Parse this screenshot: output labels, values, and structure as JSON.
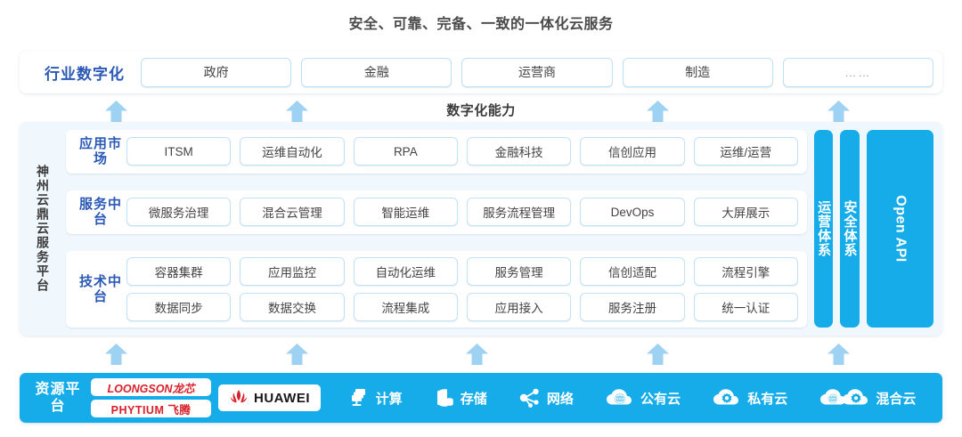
{
  "title": "安全、可靠、完备、一致的一体化云服务",
  "capability_label": "数字化能力",
  "industry": {
    "label": "行业数字化",
    "items": [
      {
        "text": "政府"
      },
      {
        "text": "金融"
      },
      {
        "text": "运营商"
      },
      {
        "text": "制造"
      },
      {
        "text": "……"
      }
    ]
  },
  "platform": {
    "vertical_label": "神州云鼎云服务平台",
    "layers": [
      {
        "label": "应用市场",
        "rows": [
          [
            "ITSM",
            "运维自动化",
            "RPA",
            "金融科技",
            "信创应用",
            "运维/运营"
          ]
        ]
      },
      {
        "label": "服务中台",
        "rows": [
          [
            "微服务治理",
            "混合云管理",
            "智能运维",
            "服务流程管理",
            "DevOps",
            "大屏展示"
          ]
        ]
      },
      {
        "label": "技术中台",
        "rows": [
          [
            "容器集群",
            "应用监控",
            "自动化运维",
            "服务管理",
            "信创适配",
            "流程引擎"
          ],
          [
            "数据同步",
            "数据交换",
            "流程集成",
            "应用接入",
            "服务注册",
            "统一认证"
          ]
        ]
      }
    ],
    "side_bars": [
      {
        "text": "运营体系",
        "rotated": false
      },
      {
        "text": "安全体系",
        "rotated": false
      },
      {
        "text": "Open API",
        "rotated": true
      }
    ]
  },
  "resource": {
    "label": "资源平台",
    "chips": [
      {
        "text": "LOONGSON龙芯"
      },
      {
        "text": "PHYTIUM 飞腾"
      }
    ],
    "huawei": "HUAWEI",
    "items": [
      {
        "text": "计算",
        "icon": "server-stack-icon"
      },
      {
        "text": "存储",
        "icon": "storage-icon"
      },
      {
        "text": "网络",
        "icon": "network-icon"
      },
      {
        "text": "公有云",
        "icon": "public-cloud-icon"
      },
      {
        "text": "私有云",
        "icon": "private-cloud-icon"
      },
      {
        "text": "混合云",
        "icon": "hybrid-cloud-icon"
      }
    ]
  },
  "colors": {
    "accent_blue": "#16ace9",
    "arrow_blue": "#9ed2f3",
    "label_blue": "#2b59b5",
    "panel_bg": "#f1f8fd",
    "chip_red": "#d8202a"
  },
  "arrows": {
    "upper_x": [
      130,
      333,
      738,
      941
    ],
    "lower_x": [
      130,
      333,
      535,
      738,
      941
    ]
  }
}
